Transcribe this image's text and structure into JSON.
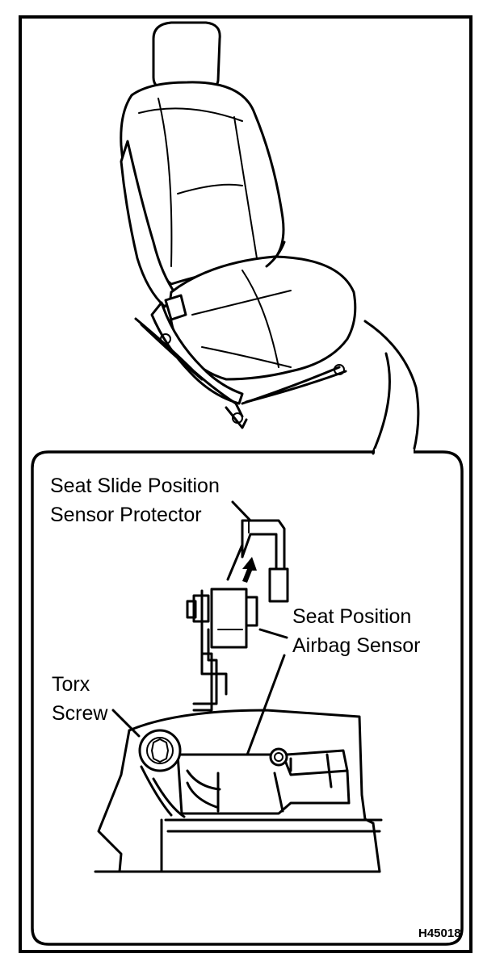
{
  "labels": {
    "protector_line1": "Seat Slide Position",
    "protector_line2": "Sensor Protector",
    "sensor_line1": "Seat Position",
    "sensor_line2": "Airbag Sensor",
    "screw_line1": "Torx",
    "screw_line2": "Screw"
  },
  "figure_ref": "H45018"
}
